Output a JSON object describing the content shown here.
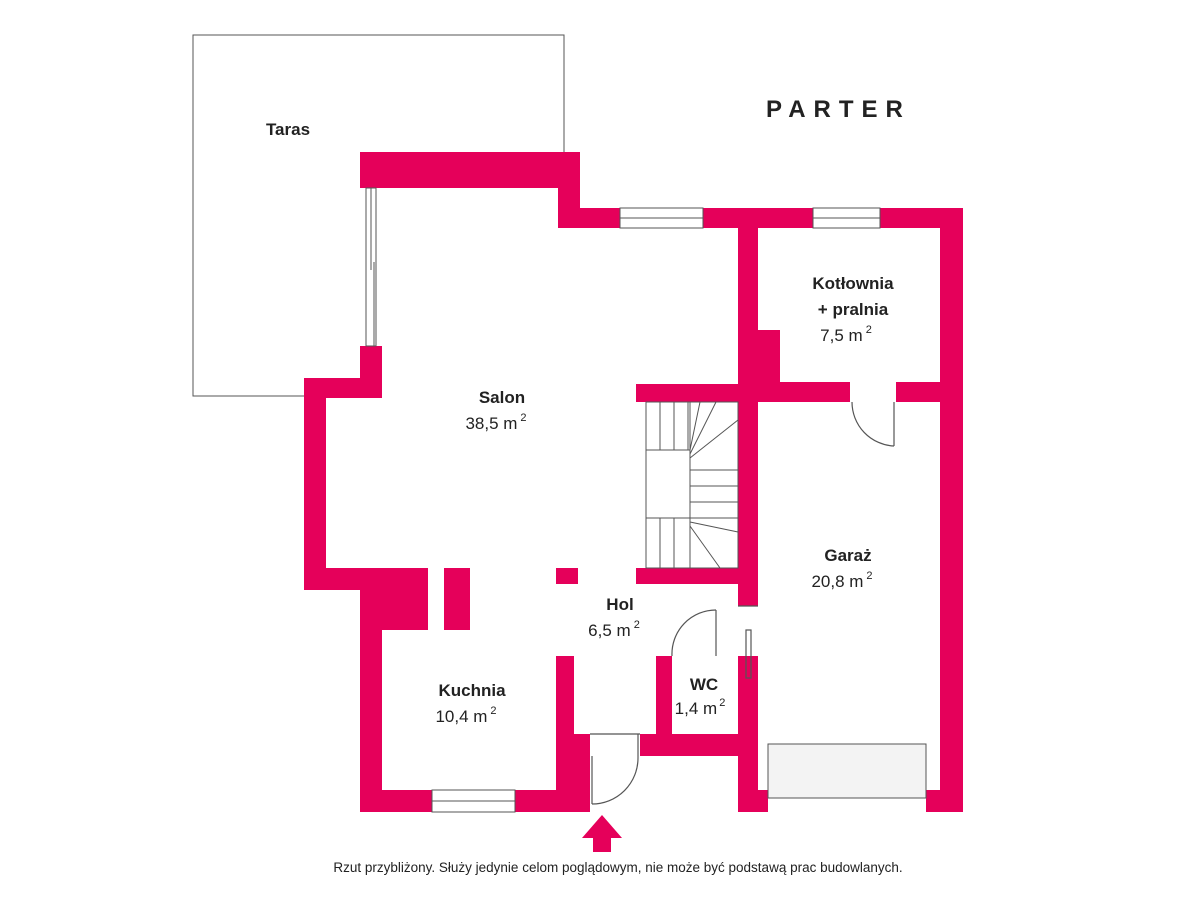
{
  "title": "PARTER",
  "rooms": {
    "taras": {
      "name": "Taras"
    },
    "salon": {
      "name": "Salon",
      "area": "38,5 m",
      "unit_sup": "2"
    },
    "kotlownia": {
      "name_line1": "Kotłownia",
      "name_line2": "+ pralnia",
      "area": "7,5 m",
      "unit_sup": "2"
    },
    "garaz": {
      "name": "Garaż",
      "area": "20,8 m",
      "unit_sup": "2"
    },
    "hol": {
      "name": "Hol",
      "area": "6,5 m",
      "unit_sup": "2"
    },
    "kuchnia": {
      "name": "Kuchnia",
      "area": "10,4 m",
      "unit_sup": "2"
    },
    "wc": {
      "name": "WC",
      "area": "1,4 m",
      "unit_sup": "2"
    }
  },
  "disclaimer": "Rzut przybliżony. Służy jedynie celom poglądowym, nie może być podstawą prac budowlanych.",
  "colors": {
    "wall": "#e5005a",
    "text": "#222222",
    "line": "#555555"
  },
  "icons": {
    "entrance": "entrance-arrow-icon"
  }
}
